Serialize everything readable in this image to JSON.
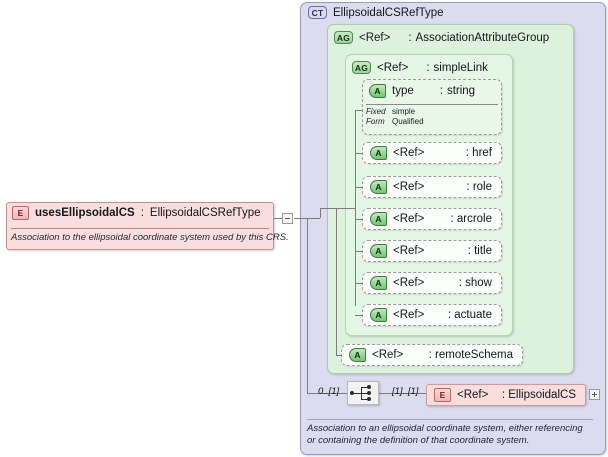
{
  "diagram": {
    "kind": "xsd-element-diagram"
  },
  "left_element": {
    "icon": "element-icon",
    "badge": "E",
    "name": "usesEllipsoidalCS",
    "separator": ":",
    "type": "EllipsoidalCSRefType",
    "title": "usesEllipsoidalCS  :  EllipsoidalCSRefType",
    "documentation": "Association to the ellipsoidal coordinate system used by this CRS.",
    "collapse_toggle": "minus"
  },
  "complex_type": {
    "badge": "CT",
    "icon": "complextype-icon",
    "name": "EllipsoidalCSRefType",
    "documentation": "Association to an ellipsoidal coordinate system, either referencing or containing the definition of that coordinate system.",
    "accent_color": "#dcdcf0",
    "border_color": "#9a9ac0"
  },
  "attribute_group_outer": {
    "badge": "AG",
    "icon": "attributegroup-icon",
    "name": "<Ref>",
    "separator": ":",
    "type": "AssociationAttributeGroup",
    "accent_color": "#ddf2dd"
  },
  "attribute_group_inner": {
    "badge": "AG",
    "icon": "attributegroup-icon",
    "name": "<Ref>",
    "separator": ":",
    "type": "simpleLink",
    "accent_color": "#e4f6e4"
  },
  "type_attribute": {
    "badge": "A",
    "icon": "attribute-icon",
    "name": "type",
    "separator": ":",
    "type": "string",
    "facets": [
      {
        "key": "Fixed",
        "value": "simple"
      },
      {
        "key": "Form",
        "value": "Qualified"
      }
    ]
  },
  "attributes": [
    {
      "badge": "A",
      "icon": "attribute-icon",
      "name": "<Ref>",
      "separator": ":",
      "type": "href"
    },
    {
      "badge": "A",
      "icon": "attribute-icon",
      "name": "<Ref>",
      "separator": ":",
      "type": "role"
    },
    {
      "badge": "A",
      "icon": "attribute-icon",
      "name": "<Ref>",
      "separator": ":",
      "type": "arcrole"
    },
    {
      "badge": "A",
      "icon": "attribute-icon",
      "name": "<Ref>",
      "separator": ":",
      "type": "title"
    },
    {
      "badge": "A",
      "icon": "attribute-icon",
      "name": "<Ref>",
      "separator": ":",
      "type": "show"
    },
    {
      "badge": "A",
      "icon": "attribute-icon",
      "name": "<Ref>",
      "separator": ":",
      "type": "actuate"
    }
  ],
  "remote_schema_attribute": {
    "badge": "A",
    "icon": "attribute-icon",
    "name": "<Ref>",
    "separator": ":",
    "type": "remoteSchema"
  },
  "content_model": {
    "connector_icon": "sequence-connector-icon",
    "connector_cardinality": "0..[1]",
    "child_cardinality": "[1]..[1]",
    "child": {
      "badge": "E",
      "icon": "element-icon",
      "name": "<Ref>",
      "separator": ":",
      "type": "EllipsoidalCS",
      "expand_toggle": "plus"
    }
  }
}
